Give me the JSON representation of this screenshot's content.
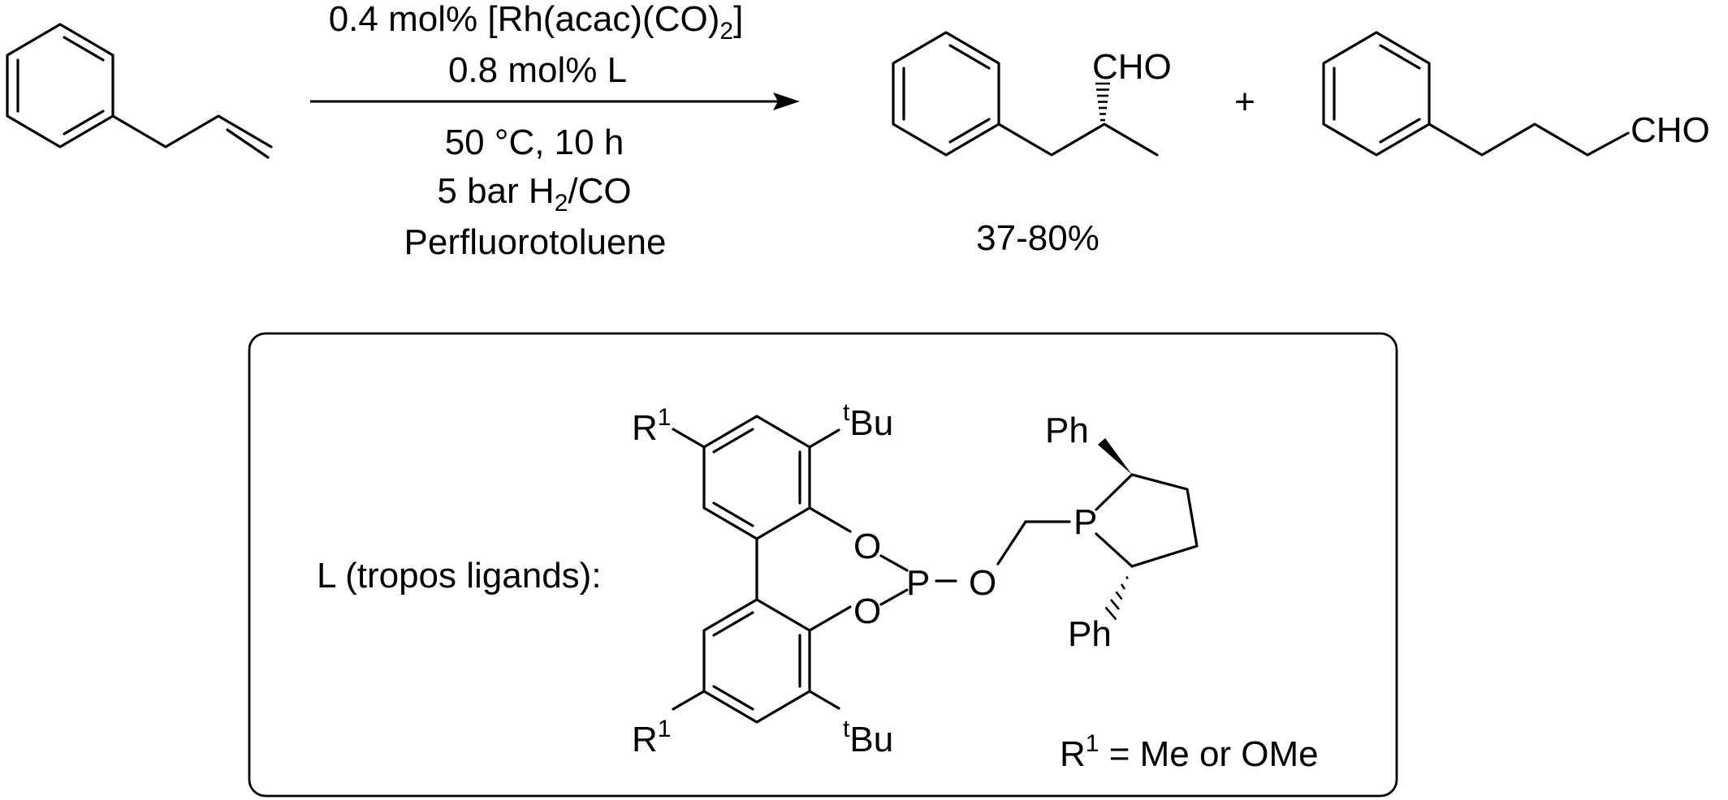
{
  "conditions": {
    "catalyst_pre": "0.4 mol% [Rh(acac)(CO)",
    "catalyst_sub": "2",
    "catalyst_post": "]",
    "ligand_loading": "0.8 mol% L",
    "temp_time": "50 °C, 10 h",
    "pressure_pre": "5 bar H",
    "pressure_sub": "2",
    "pressure_post": "/CO",
    "solvent": "Perfluorotoluene"
  },
  "products": {
    "branched_group": "CHO",
    "linear_group": "CHO",
    "plus": "+",
    "yield": "37-80%"
  },
  "ligand_box": {
    "label": "L (tropos ligands):",
    "r_label": "R",
    "r_sup": "1",
    "tbu_sup": "t",
    "tbu": "Bu",
    "oxygen": "O",
    "phosphorus": "P",
    "phenyl": "Ph",
    "definition_r": "R",
    "definition_sup": "1",
    "definition_text": " = Me or OMe"
  }
}
